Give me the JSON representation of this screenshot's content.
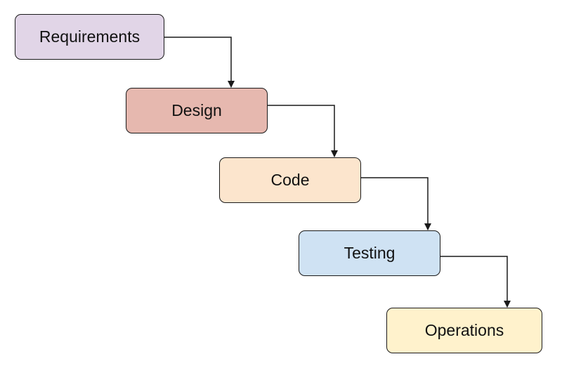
{
  "stages": [
    {
      "label": "Requirements",
      "color": "#e1d5e7"
    },
    {
      "label": "Design",
      "color": "#e6b8af"
    },
    {
      "label": "Code",
      "color": "#fce5cd"
    },
    {
      "label": "Testing",
      "color": "#cfe2f3"
    },
    {
      "label": "Operations",
      "color": "#fff2cc"
    }
  ],
  "connectors": [
    {
      "from": "Requirements",
      "to": "Design"
    },
    {
      "from": "Design",
      "to": "Code"
    },
    {
      "from": "Code",
      "to": "Testing"
    },
    {
      "from": "Testing",
      "to": "Operations"
    }
  ],
  "colors": {
    "border": "#1a1a1a",
    "connector": "#1a1a1a",
    "text": "#111111"
  }
}
